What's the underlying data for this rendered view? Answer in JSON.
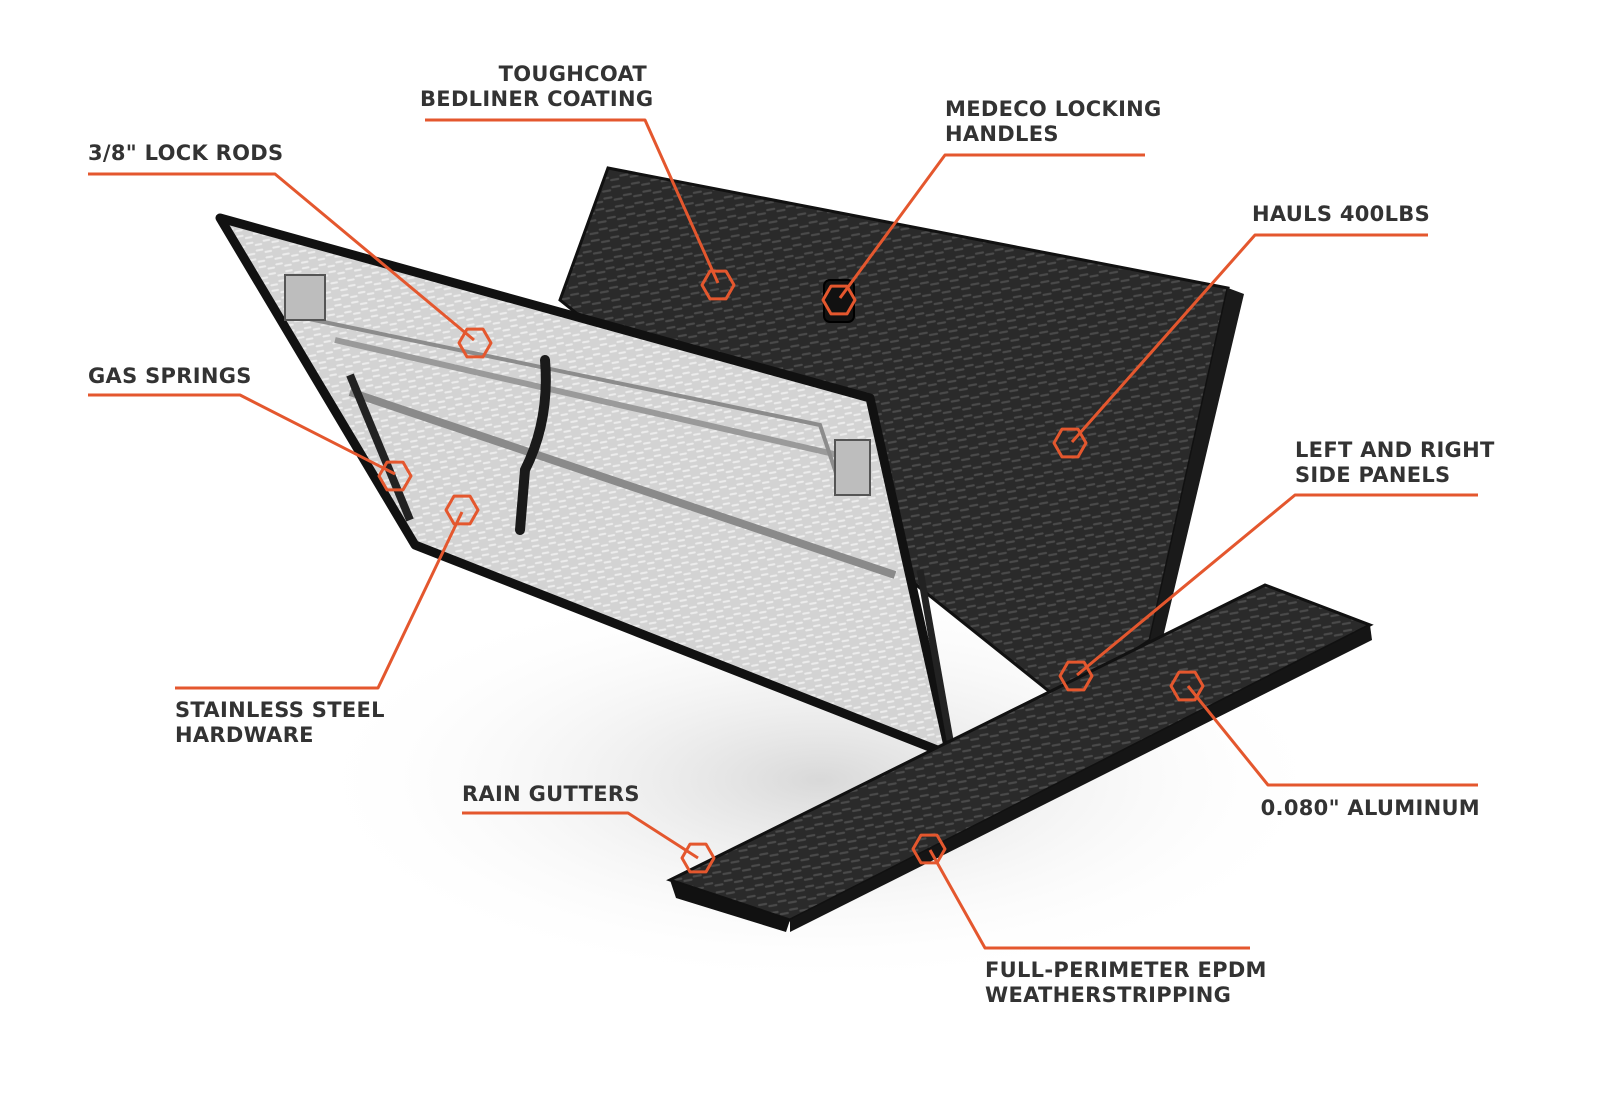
{
  "diagram": {
    "accent_color": "#e4572e",
    "text_color": "#333333",
    "callouts": [
      {
        "id": "toughcoat",
        "lines": [
          "TOUGHCOAT",
          "BEDLINER COATING"
        ]
      },
      {
        "id": "medeco",
        "lines": [
          "MEDECO LOCKING",
          "HANDLES"
        ]
      },
      {
        "id": "lock-rods",
        "lines": [
          "3/8\" LOCK RODS"
        ]
      },
      {
        "id": "hauls",
        "lines": [
          "HAULS 400LBS"
        ]
      },
      {
        "id": "gas-springs",
        "lines": [
          "GAS SPRINGS"
        ]
      },
      {
        "id": "side-panels",
        "lines": [
          "LEFT AND RIGHT",
          "SIDE PANELS"
        ]
      },
      {
        "id": "stainless",
        "lines": [
          "STAINLESS STEEL",
          "HARDWARE"
        ]
      },
      {
        "id": "rain-gutters",
        "lines": [
          "RAIN GUTTERS"
        ]
      },
      {
        "id": "aluminum",
        "lines": [
          "0.080\" ALUMINUM"
        ]
      },
      {
        "id": "epdm",
        "lines": [
          "FULL-PERIMETER EPDM",
          "WEATHERSTRIPPING"
        ]
      }
    ]
  }
}
